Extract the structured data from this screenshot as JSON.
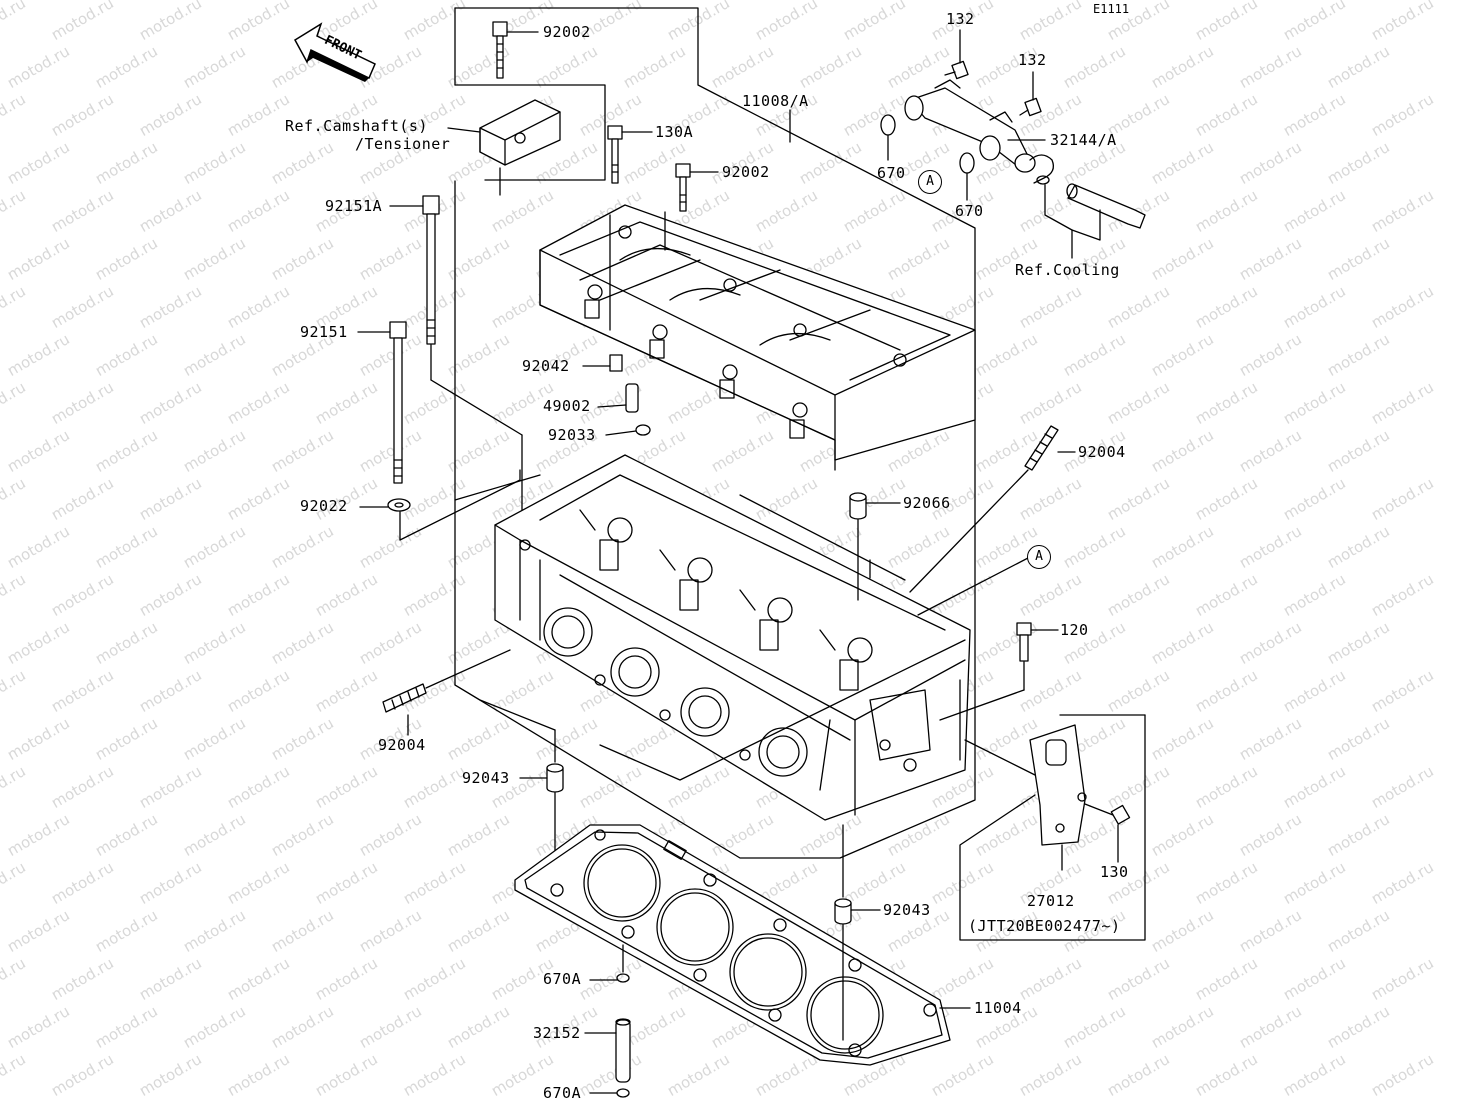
{
  "diagram_code": "E1111",
  "front_label": "FRONT",
  "watermark": "motod.ru",
  "callout_letter": "A",
  "labels": {
    "p92002_top": "92002",
    "ref_cam_1": "Ref.Camshaft(s)",
    "ref_cam_2": "/Tensioner",
    "p130A": "130A",
    "p92002_mid": "92002",
    "p92151A": "92151A",
    "p11008A": "11008/A",
    "p132_a": "132",
    "p132_b": "132",
    "p32144A": "32144/A",
    "p670_a": "670",
    "p670_b": "670",
    "ref_cooling": "Ref.Cooling",
    "p92151": "92151",
    "p92042": "92042",
    "p49002": "49002",
    "p92033": "92033",
    "p92004_top": "92004",
    "p92066": "92066",
    "p92022": "92022",
    "p120": "120",
    "p92004_left": "92004",
    "p92043_left": "92043",
    "p130": "130",
    "p27012": "27012",
    "jtt": "(JTT20BE002477~)",
    "p92043_right": "92043",
    "p670A_a": "670A",
    "p11004": "11004",
    "p32152": "32152",
    "p670A_b": "670A"
  }
}
